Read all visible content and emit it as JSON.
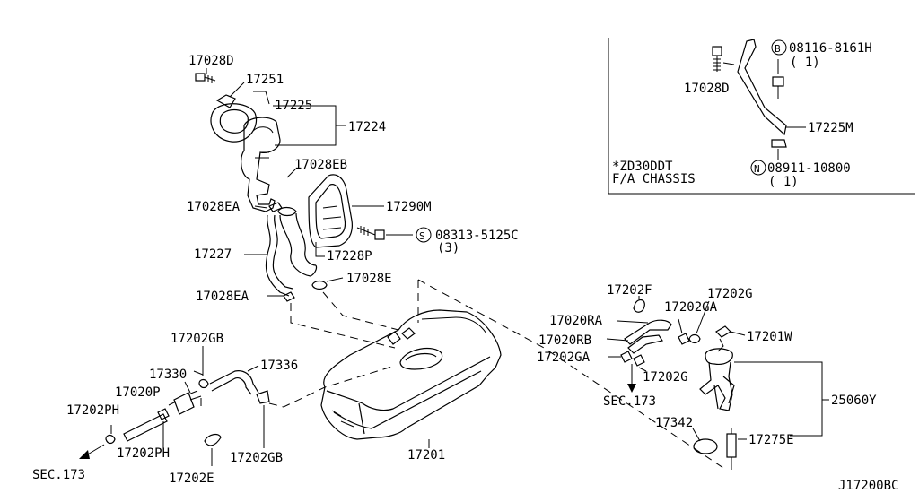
{
  "labels": {
    "p17028D": "17028D",
    "p17251": "17251",
    "p17225": "17225",
    "p17224": "17224",
    "p17028EB": "17028EB",
    "p17028EA_top": "17028EA",
    "p17290M": "17290M",
    "s08313": "08313-5125C",
    "s08313_qty": "(3)",
    "p17227": "17227",
    "p17228P": "17228P",
    "p17028E": "17028E",
    "p17028EA_bot": "17028EA",
    "p17202GB_top": "17202GB",
    "p17336": "17336",
    "p17330": "17330",
    "p17020P": "17020P",
    "p17202PH_left": "17202PH",
    "p17202PH_bot": "17202PH",
    "sec173_left": "SEC.173",
    "p17202E": "17202E",
    "p17202GB_bot": "17202GB",
    "p17201": "17201",
    "p17202F": "17202F",
    "p17202G_top": "17202G",
    "p17202GA_top": "17202GA",
    "p17020RA": "17020RA",
    "p17201W": "17201W",
    "p17020RB": "17020RB",
    "p17202GA_left": "17202GA",
    "p17202G_mid": "17202G",
    "sec173_right": "SEC.173",
    "p25060Y": "25060Y",
    "p17342": "17342",
    "p17275E": "17275E",
    "inset_17028D": "17028D",
    "inset_b08116": "08116-8161H",
    "inset_b08116_qty": "( 1)",
    "inset_17225M": "17225M",
    "inset_note1": "*ZD30DDT",
    "inset_note2": "F/A CHASSIS",
    "inset_n08911": "08911-10800",
    "inset_n08911_qty": "( 1)",
    "circle_S": "S",
    "circle_B": "B",
    "circle_N": "N",
    "ref_code": "J17200BC"
  }
}
